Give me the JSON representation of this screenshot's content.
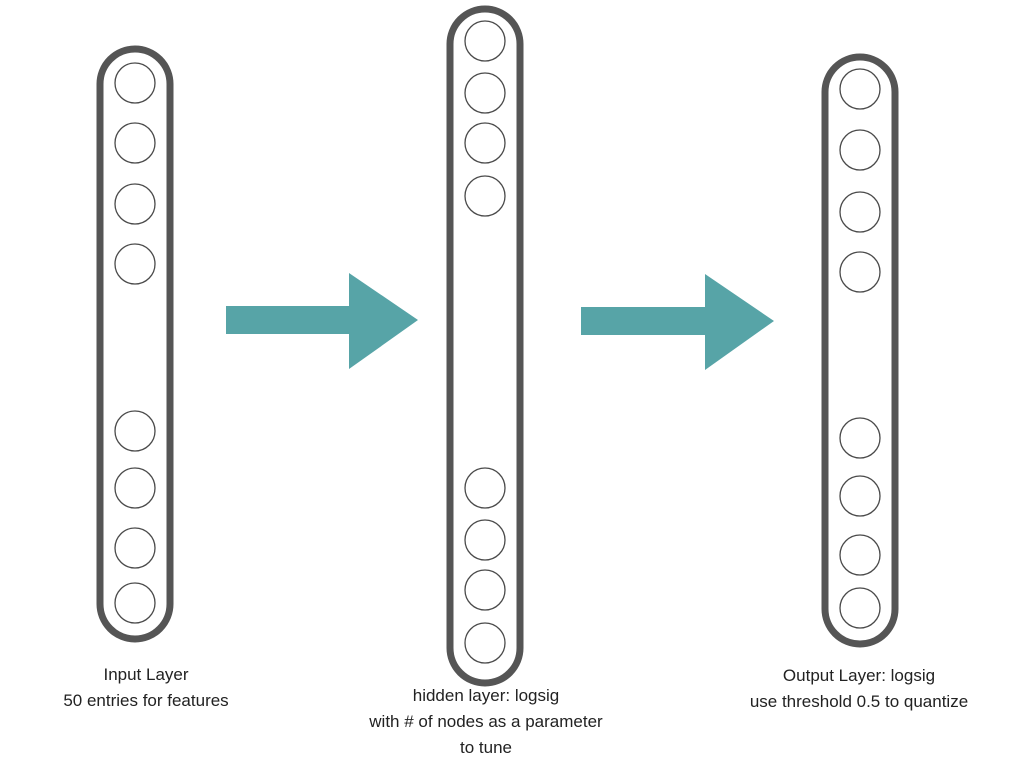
{
  "layers": [
    {
      "id": "input",
      "caption_lines": [
        "Input Layer",
        "50 entries for features"
      ]
    },
    {
      "id": "hidden",
      "caption_lines": [
        "hidden layer: logsig",
        "with # of nodes as a parameter",
        "to tune"
      ]
    },
    {
      "id": "output",
      "caption_lines": [
        "Output Layer: logsig",
        "use threshold 0.5 to quantize"
      ]
    }
  ],
  "colors": {
    "layer_border": "#555555",
    "node_stroke": "#4a4a4a",
    "arrow_fill": "#57a4a7",
    "text": "#222222"
  }
}
